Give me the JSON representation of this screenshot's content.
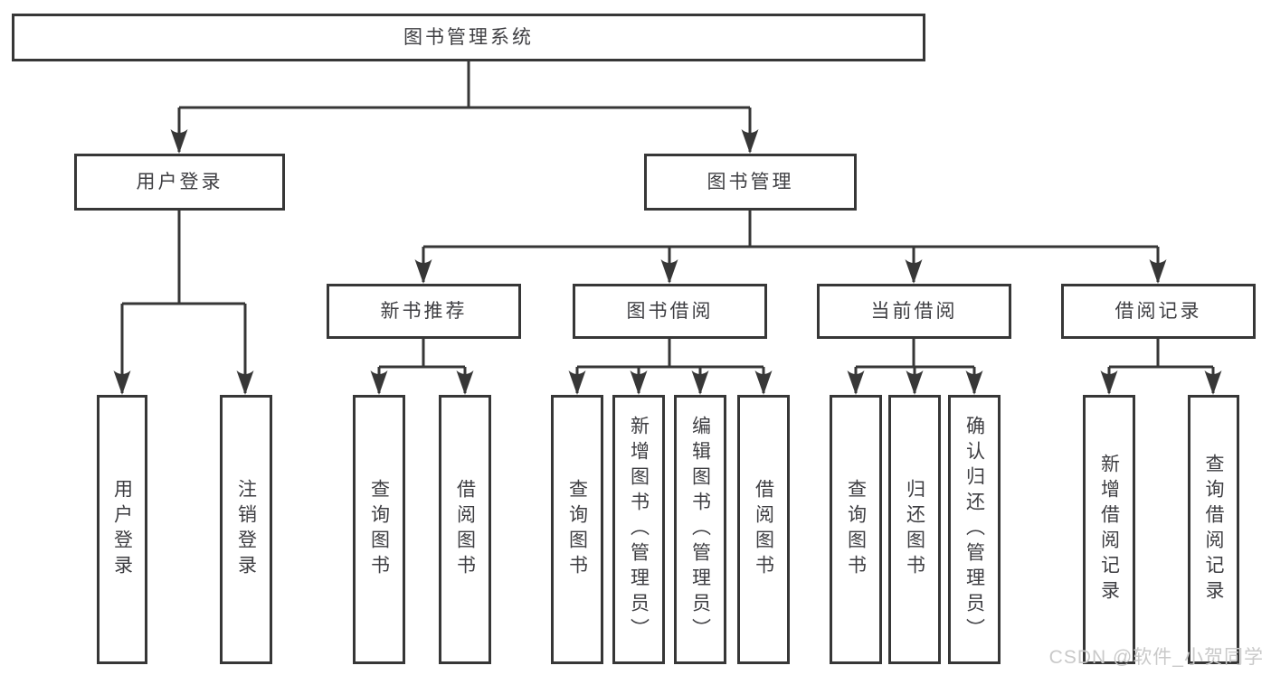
{
  "colors": {
    "line": "#373737",
    "text": "#3e3e42",
    "watermark": "#c9c9c9",
    "background": "#ffffff"
  },
  "watermark": {
    "text": "CSDN @软件_小贺同学"
  },
  "tree": {
    "label": "图书管理系统",
    "children": [
      {
        "label": "用户登录",
        "children": [
          {
            "label": "用户登录"
          },
          {
            "label": "注销登录"
          }
        ]
      },
      {
        "label": "图书管理",
        "children": [
          {
            "label": "新书推荐",
            "children": [
              {
                "label": "查询图书"
              },
              {
                "label": "借阅图书"
              }
            ]
          },
          {
            "label": "图书借阅",
            "children": [
              {
                "label": "查询图书"
              },
              {
                "label": "新增图书（管理员）"
              },
              {
                "label": "编辑图书（管理员）"
              },
              {
                "label": "借阅图书"
              }
            ]
          },
          {
            "label": "当前借阅",
            "children": [
              {
                "label": "查询图书"
              },
              {
                "label": "归还图书"
              },
              {
                "label": "确认归还（管理员）"
              }
            ]
          },
          {
            "label": "借阅记录",
            "children": [
              {
                "label": "新增借阅记录"
              },
              {
                "label": "查询借阅记录"
              }
            ]
          }
        ]
      }
    ]
  }
}
